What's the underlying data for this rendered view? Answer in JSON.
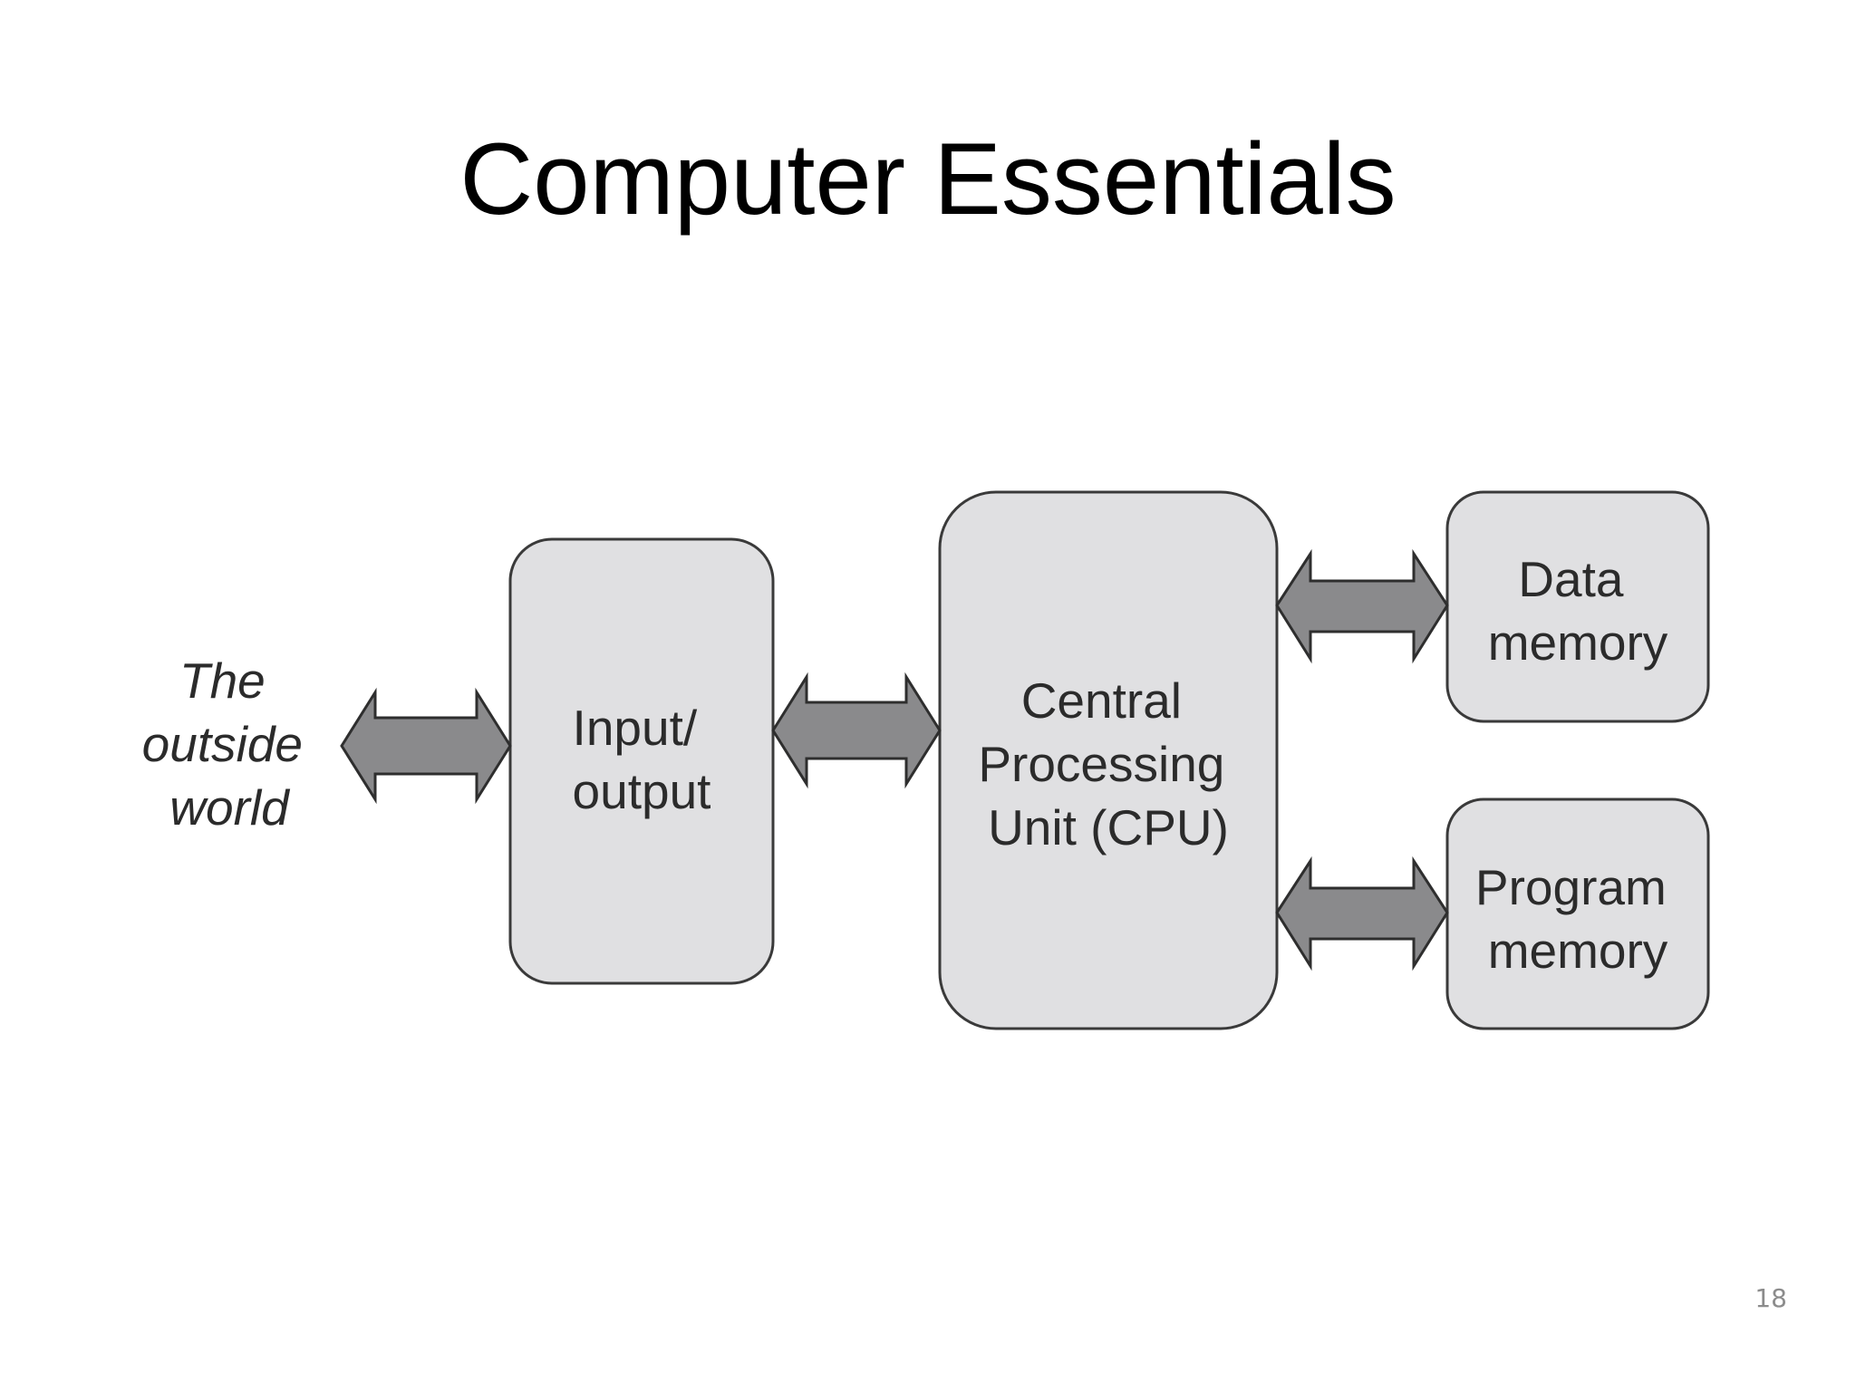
{
  "slide": {
    "title": "Computer Essentials",
    "page_number": "18"
  },
  "diagram": {
    "outside_world": [
      "The",
      "outside",
      "world"
    ],
    "io_block": [
      "Input/",
      "output"
    ],
    "cpu_block": [
      "Central",
      "Processing",
      "Unit (CPU)"
    ],
    "data_memory_block": [
      "Data",
      "memory"
    ],
    "program_memory_block": [
      "Program",
      "memory"
    ],
    "colors": {
      "block_fill": "#e0e0e2",
      "block_stroke": "#3a3a3a",
      "arrow_fill": "#8a8a8c",
      "arrow_stroke": "#2e2e2e",
      "text": "#2b2b2b"
    }
  }
}
